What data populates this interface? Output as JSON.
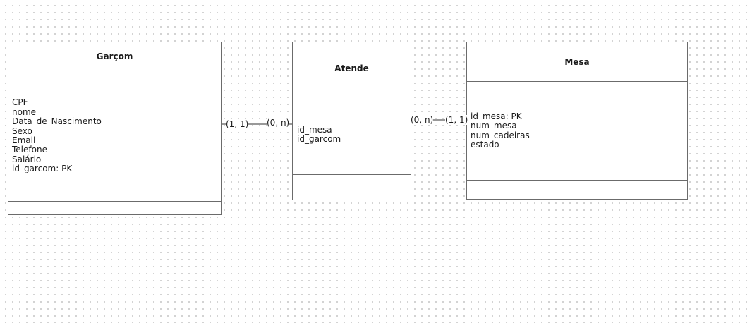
{
  "entities": {
    "garcom": {
      "title": "Garçom",
      "attributes": [
        "CPF",
        "nome",
        "Data_de_Nascimento",
        "Sexo",
        "Email",
        "Telefone",
        "Salário",
        "id_garcom: PK"
      ]
    },
    "atende": {
      "title": "Atende",
      "attributes": [
        "id_mesa",
        "id_garcom"
      ]
    },
    "mesa": {
      "title": "Mesa",
      "attributes": [
        "id_mesa: PK",
        "num_mesa",
        "num_cadeiras",
        "estado"
      ]
    }
  },
  "relationships": {
    "garcom_atende": {
      "source_cardinality": "(1, 1)",
      "target_cardinality": "(0, n)"
    },
    "atende_mesa": {
      "source_cardinality": "(0, n)",
      "target_cardinality": "(1, 1)"
    }
  },
  "colors": {
    "border": "#6b6b6b",
    "line": "#333333",
    "grid_dot": "#c8c8c8"
  }
}
